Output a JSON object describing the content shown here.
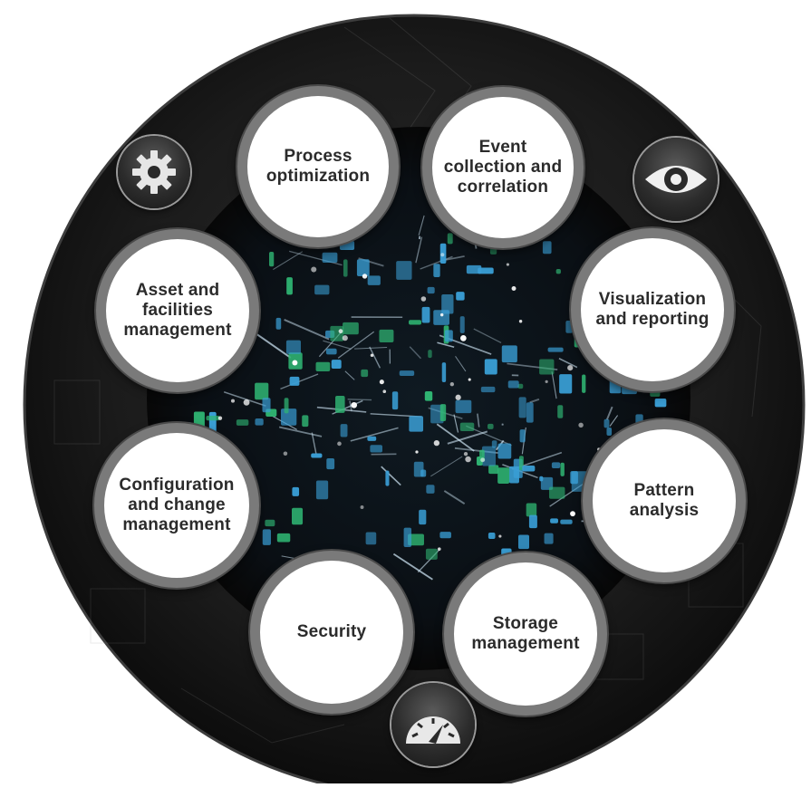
{
  "nodes": [
    {
      "id": "process",
      "label": "Process\noptimization"
    },
    {
      "id": "event",
      "label": "Event\ncollection and\ncorrelation"
    },
    {
      "id": "visual",
      "label": "Visualization\nand reporting"
    },
    {
      "id": "pattern",
      "label": "Pattern\nanalysis"
    },
    {
      "id": "storage",
      "label": "Storage\nmanagement"
    },
    {
      "id": "security",
      "label": "Security"
    },
    {
      "id": "config",
      "label": "Configuration\nand change\nmanagement"
    },
    {
      "id": "asset",
      "label": "Asset and\nfacilities\nmanagement"
    }
  ],
  "icons": {
    "top_left": "gear-icon",
    "top_right": "eye-icon",
    "bottom": "speedometer-icon"
  },
  "colors": {
    "ring_dark": "#1e1e1e",
    "node_border": "#7a7a7a",
    "data_blue": "#3a9fd6",
    "data_green": "#2fb573",
    "text": "#2b2b2b"
  }
}
